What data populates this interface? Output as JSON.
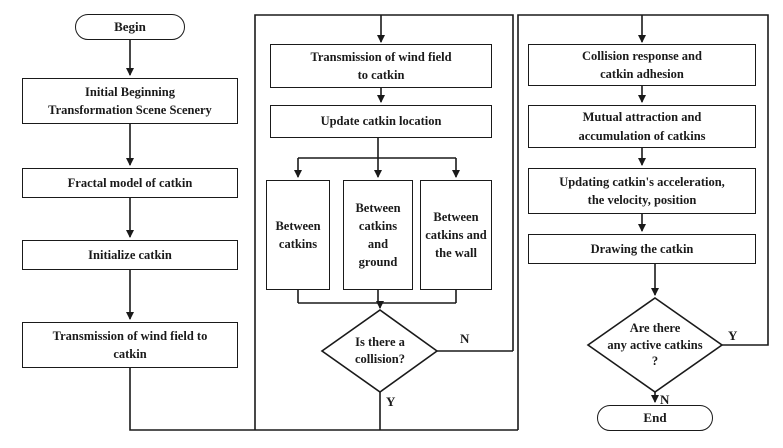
{
  "nodes": {
    "begin": "Begin",
    "init_scene": "Initial Beginning\nTransformation Scene Scenery",
    "fractal": "Fractal model of catkin",
    "initialize": "Initialize catkin",
    "wind_left": "Transmission of wind field to\ncatkin",
    "wind_mid": "Transmission of wind field\nto catkin",
    "update_location": "Update catkin location",
    "between_catkins": "Between\ncatkins",
    "between_ground": "Between\ncatkins\nand\nground",
    "between_wall": "Between\ncatkins and\nthe wall",
    "collision_question": "Is there a\ncollision?",
    "collision_response": "Collision response and\ncatkin adhesion",
    "mutual_attraction": "Mutual attraction and\naccumulation of catkins",
    "update_motion": "Updating catkin's acceleration,\nthe velocity, position",
    "drawing": "Drawing the catkin",
    "active_question": "Are there\nany active catkins\n?",
    "end": "End"
  },
  "branch_labels": {
    "collision_no": "N",
    "collision_yes": "Y",
    "active_yes": "Y",
    "active_no": "N"
  },
  "colors": {
    "line": "#1a1a1a",
    "background": "#ffffff",
    "text": "#1a1a1a"
  }
}
